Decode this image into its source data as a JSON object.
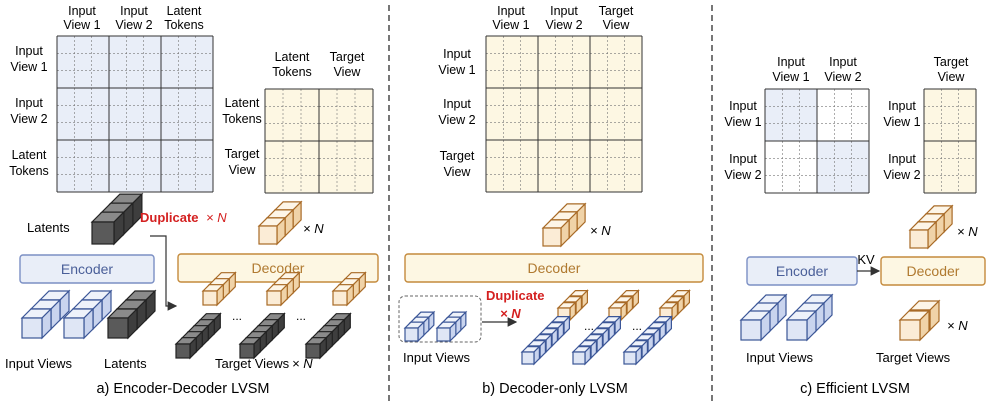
{
  "colors": {
    "blue_fill": "#e9eef8",
    "blue_stroke": "#7b8fc4",
    "yellow_fill": "#fdf7e3",
    "orange_stroke": "#c48a3c",
    "gray_fill": "#4a4a4a",
    "red": "#d42020",
    "divider": "#555555"
  },
  "panel_a": {
    "caption": "a) Encoder-Decoder LVSM",
    "grid_top_labels": [
      [
        "Input",
        "View 1"
      ],
      [
        "Input",
        "View 2"
      ],
      [
        "Latent",
        "Tokens"
      ]
    ],
    "grid_left_labels": [
      [
        "Input",
        "View 1"
      ],
      [
        "Input",
        "View 2"
      ],
      [
        "Latent",
        "Tokens"
      ]
    ],
    "small_grid_top_labels": [
      [
        "Latent",
        "Tokens"
      ],
      [
        "Target",
        "View"
      ]
    ],
    "small_grid_left_labels": [
      [
        "Latent",
        "Tokens"
      ],
      [
        "Target",
        "View"
      ]
    ],
    "latents_label": "Latents",
    "duplicate_label": "Duplicate",
    "times_n": "× N",
    "encoder_label": "Encoder",
    "decoder_label": "Decoder",
    "input_views_label": "Input Views",
    "latents_bottom_label": "Latents",
    "target_views_label": "Target Views",
    "target_times_n": "× N",
    "decoder_times_n": "× N",
    "ellipsis": "..."
  },
  "panel_b": {
    "caption": "b) Decoder-only LVSM",
    "grid_top_labels": [
      [
        "Input",
        "View 1"
      ],
      [
        "Input",
        "View 2"
      ],
      [
        "Target",
        "View"
      ]
    ],
    "grid_left_labels": [
      [
        "Input",
        "View 1"
      ],
      [
        "Input",
        "View 2"
      ],
      [
        "Target",
        "View"
      ]
    ],
    "decoder_label": "Decoder",
    "times_n": "× N",
    "input_views_label": "Input Views",
    "duplicate_label": "Duplicate",
    "dup_times_n": "× N",
    "ellipsis": "..."
  },
  "panel_c": {
    "caption": "c) Efficient LVSM",
    "left_grid_top_labels": [
      [
        "Input",
        "View 1"
      ],
      [
        "Input",
        "View 2"
      ]
    ],
    "left_grid_left_labels": [
      [
        "Input",
        "View 1"
      ],
      [
        "Input",
        "View 2"
      ]
    ],
    "right_grid_top_labels": [
      [
        "Target",
        "View"
      ]
    ],
    "right_grid_left_labels": [
      [
        "Input",
        "View 1"
      ],
      [
        "Input",
        "View 2"
      ]
    ],
    "encoder_label": "Encoder",
    "decoder_label": "Decoder",
    "kv_label": "KV",
    "times_n": "× N",
    "input_views_label": "Input Views",
    "target_views_label": "Target Views",
    "target_times_n": "× N"
  }
}
